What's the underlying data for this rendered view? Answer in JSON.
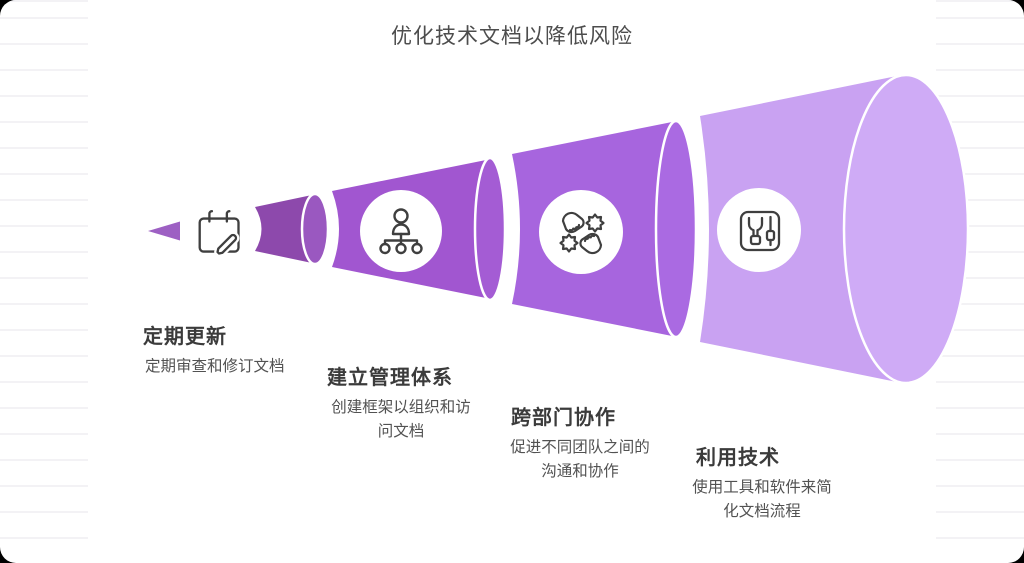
{
  "title": "优化技术文档以降低风险",
  "stages": [
    {
      "heading": "定期更新",
      "description": "定期审查和修订文档",
      "icon": "calendar-edit-icon"
    },
    {
      "heading": "建立管理体系",
      "description": "创建框架以组织和访\n问文档",
      "icon": "org-chart-icon"
    },
    {
      "heading": "跨部门协作",
      "description": "促进不同团队之间的\n沟通和协作",
      "icon": "collaboration-icon"
    },
    {
      "heading": "利用技术",
      "description": "使用工具和软件来简\n化文档流程",
      "icon": "tools-icon"
    }
  ],
  "colors": {
    "tip": "#9d60c3",
    "seg1_body": "#8d49ac",
    "seg1_rim": "#9a58c0",
    "seg2_body": "#a156d0",
    "seg2_rim": "#a45cd4",
    "seg3_body": "#a765de",
    "seg3_rim": "#aa6ae2",
    "seg4_body": "#c9a2f2",
    "seg4_rim": "#cfabf6",
    "icon_stroke": "#3f3f3f",
    "title_text": "#4d4d4d",
    "heading_text": "#3b3b3b",
    "desc_text": "#525252"
  }
}
